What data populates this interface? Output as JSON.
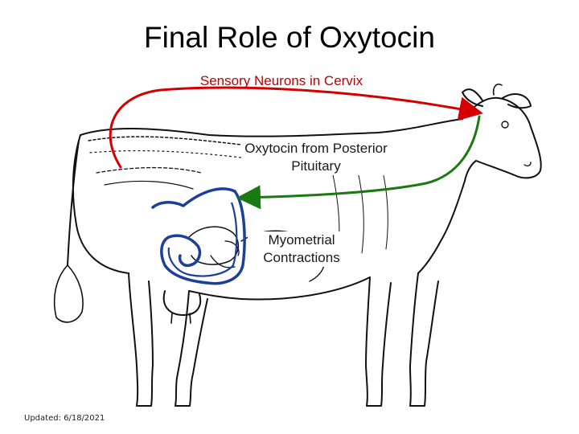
{
  "slide": {
    "title": "Final Role of Oxytocin",
    "labels": {
      "sensory": "Sensory Neurons in Cervix",
      "oxytocin": "Oxytocin from Posterior Pituitary",
      "myometrial": "Myometrial Contractions"
    },
    "updated": "Updated: 6/18/2021"
  },
  "colors": {
    "sensory_arrow": "#d40000",
    "oxytocin_arrow": "#1a7a12",
    "uterus_outline": "#1c3f9c"
  }
}
